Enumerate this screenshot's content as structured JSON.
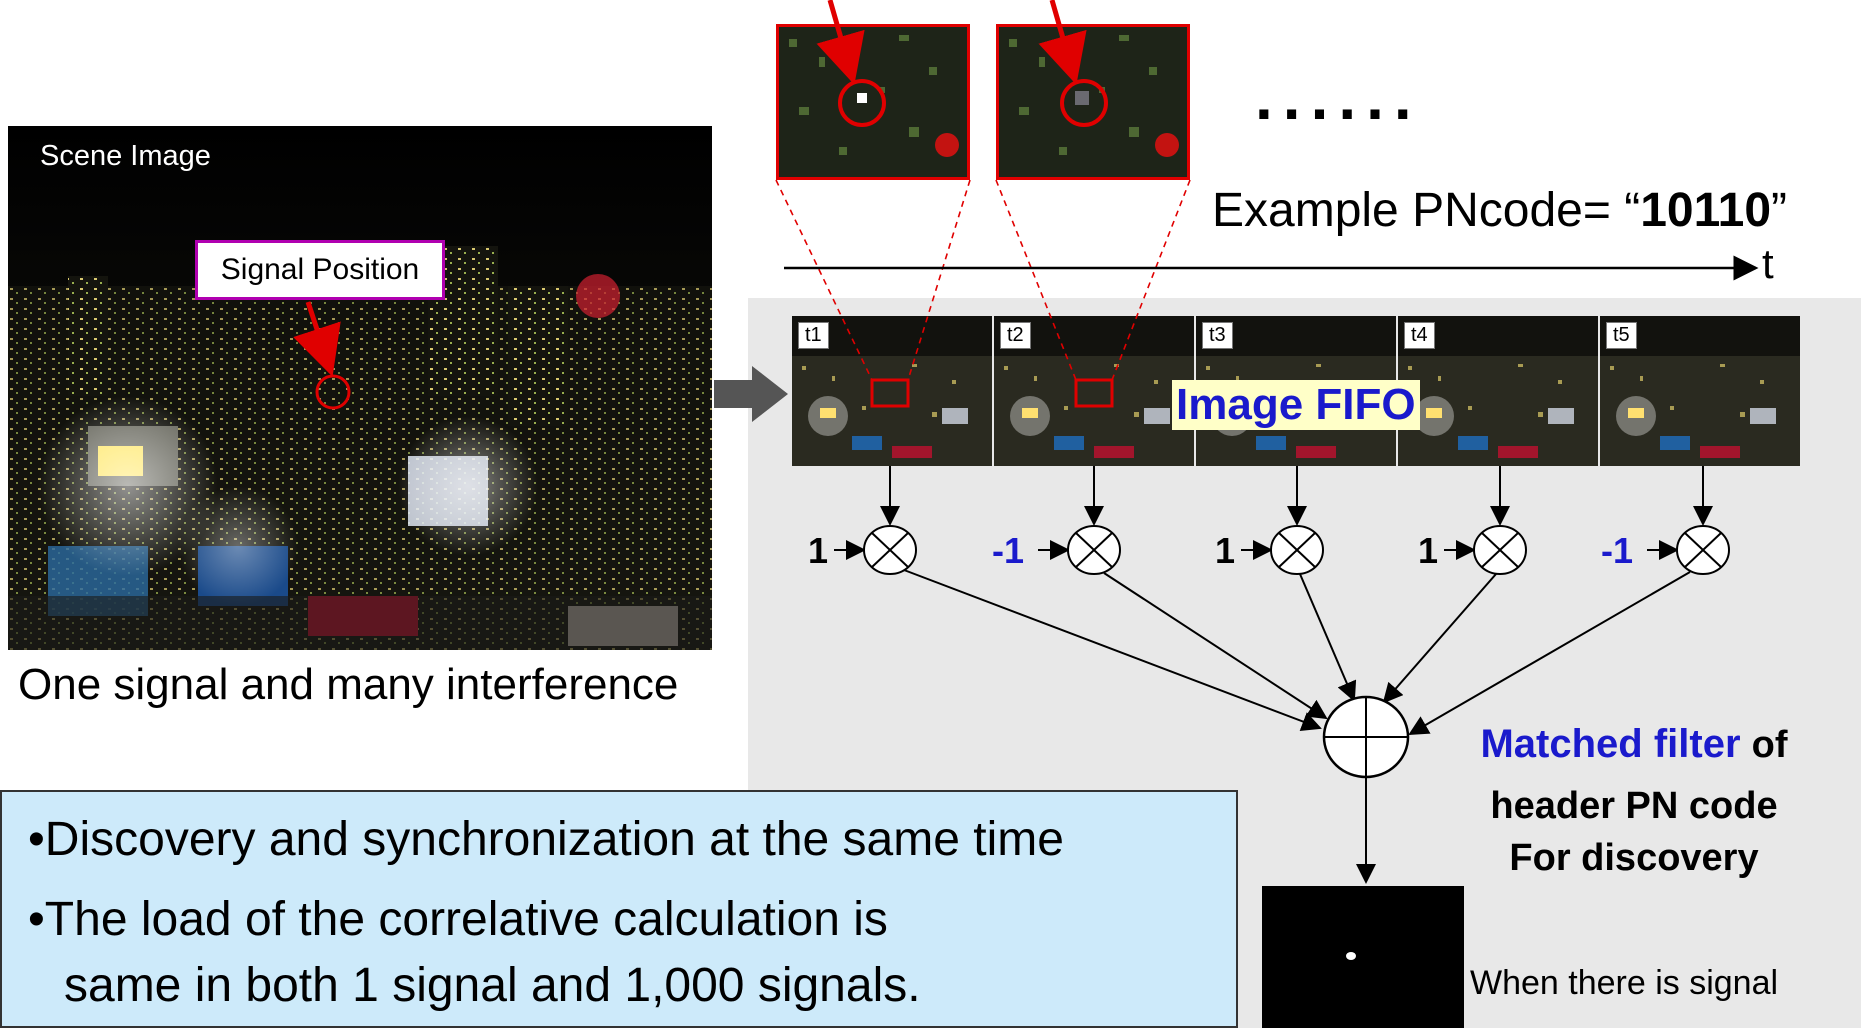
{
  "scene": {
    "label": "Scene Image",
    "signal_position_label": "Signal Position",
    "caption": "One signal and many interference"
  },
  "top": {
    "ellipsis": "......",
    "pncode_prefix": "Example PNcode= “",
    "pncode_value": "10110",
    "pncode_suffix": "”",
    "time_axis_label": "t"
  },
  "fifo": {
    "label": "Image FIFO",
    "frames": [
      "t1",
      "t2",
      "t3",
      "t4",
      "t5"
    ],
    "coefficients": [
      "1",
      "-1",
      "1",
      "1",
      "-1"
    ]
  },
  "matched_filter": {
    "title": "Matched filter",
    "of": "of",
    "line2": "header  PN code",
    "line3": "For discovery"
  },
  "notes": {
    "line1": "•Discovery and synchronization at the same time",
    "line2": "•The load of the correlative calculation is",
    "line3": "same in both 1 signal and 1,000 signals."
  },
  "result": {
    "caption": "When there is signal"
  },
  "colors": {
    "accent_blue": "#1a1acc",
    "signal_red": "#e00000",
    "panel_gray": "#e8e8e8",
    "note_bg": "#cdeafa"
  }
}
